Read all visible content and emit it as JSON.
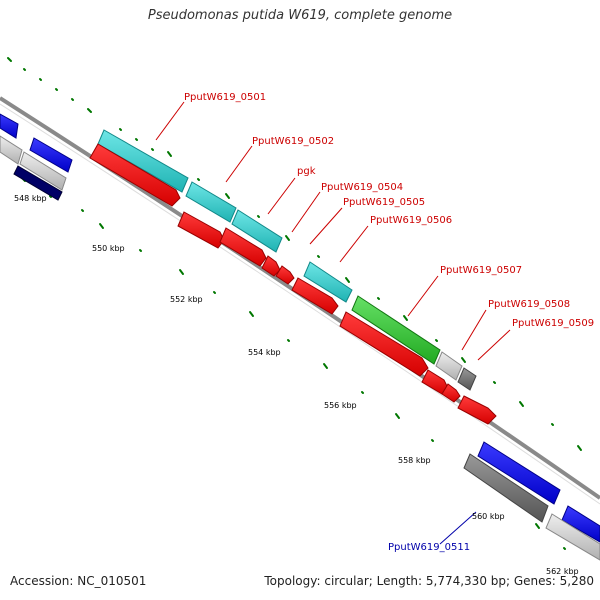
{
  "title": "Pseudomonas putida W619, complete genome",
  "footer": {
    "accession": "Accession: NC_010501",
    "summary": "Topology: circular; Length: 5,774,330 bp; Genes: 5,280"
  },
  "colors": {
    "cds_forward": "#0000ee",
    "cds_reverse": "#ff0000",
    "rna_like": "#2ecccc",
    "trna": "#33cc33",
    "grey_gene": "#777777",
    "light_grey_gene": "#cccccc",
    "tick": "#007700",
    "label_red": "#cc0000",
    "label_blue": "#0000aa"
  },
  "scale": {
    "unit": "kbp",
    "labels": [
      "548 kbp",
      "550 kbp",
      "552 kbp",
      "554 kbp",
      "556 kbp",
      "558 kbp",
      "560 kbp",
      "562 kbp"
    ]
  },
  "genes": [
    {
      "label": "PputW619_0501",
      "color": "label_red"
    },
    {
      "label": "PputW619_0502",
      "color": "label_red"
    },
    {
      "label": "pgk",
      "color": "label_red"
    },
    {
      "label": "PputW619_0504",
      "color": "label_red"
    },
    {
      "label": "PputW619_0505",
      "color": "label_red"
    },
    {
      "label": "PputW619_0506",
      "color": "label_red"
    },
    {
      "label": "PputW619_0507",
      "color": "label_red"
    },
    {
      "label": "PputW619_0508",
      "color": "label_red"
    },
    {
      "label": "PputW619_0509",
      "color": "label_red"
    },
    {
      "label": "PputW619_0511",
      "color": "label_blue"
    }
  ]
}
